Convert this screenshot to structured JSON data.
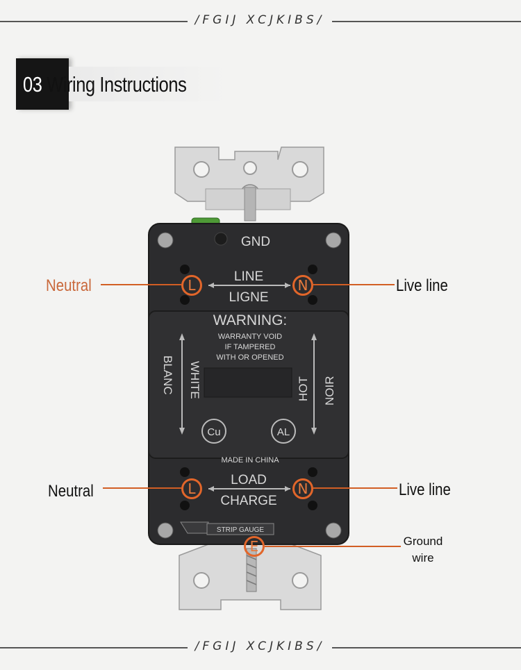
{
  "brand": "FGIJ XCJKIBS",
  "section_title": {
    "number": "03",
    "text": "Wiring Instructions"
  },
  "callouts": {
    "neutral_top": "Neutral",
    "neutral_bottom": "Neutral",
    "live_top": "Live line",
    "live_bottom": "Live line",
    "ground": [
      "Ground",
      "wire"
    ]
  },
  "terminal_markers": {
    "left": "L",
    "right": "N",
    "ground": "E"
  },
  "device_labels": {
    "gnd": "GND",
    "line": "LINE",
    "ligne": "LIGNE",
    "warning": "WARNING:",
    "warranty": [
      "WARRANTY VOID",
      "IF TAMPERED",
      "WITH OR OPENED"
    ],
    "white": "WHITE",
    "blanc": "BLANC",
    "hot": "HOT",
    "noir": "NOIR",
    "cu": "Cu",
    "al": "AL",
    "made_in": "MADE IN CHINA",
    "load": "LOAD",
    "charge": "CHARGE",
    "strip_gauge": "STRIP GAUGE"
  },
  "colors": {
    "accent": "#e2662a",
    "callout_orange": "#c9683b",
    "device_body": "#2c2c2e"
  }
}
